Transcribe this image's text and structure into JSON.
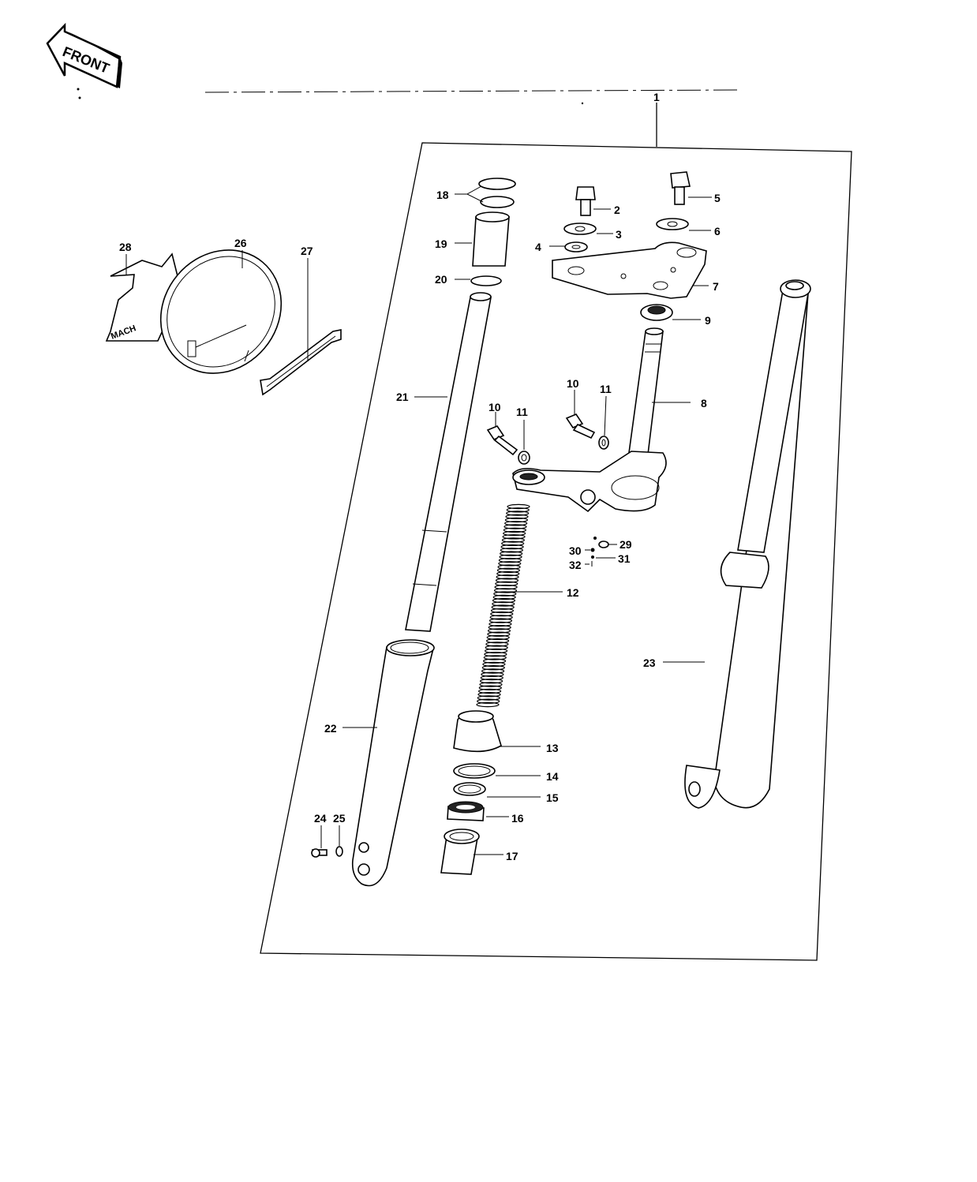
{
  "front_arrow": {
    "label": "FRONT"
  },
  "callouts": [
    {
      "id": "c1",
      "text": "1"
    },
    {
      "id": "c2",
      "text": "2"
    },
    {
      "id": "c3",
      "text": "3"
    },
    {
      "id": "c4",
      "text": "4"
    },
    {
      "id": "c5",
      "text": "5"
    },
    {
      "id": "c6",
      "text": "6"
    },
    {
      "id": "c7",
      "text": "7"
    },
    {
      "id": "c8",
      "text": "8"
    },
    {
      "id": "c9",
      "text": "9"
    },
    {
      "id": "c10a",
      "text": "10"
    },
    {
      "id": "c10b",
      "text": "10"
    },
    {
      "id": "c11a",
      "text": "11"
    },
    {
      "id": "c11b",
      "text": "11"
    },
    {
      "id": "c12",
      "text": "12"
    },
    {
      "id": "c13",
      "text": "13"
    },
    {
      "id": "c14",
      "text": "14"
    },
    {
      "id": "c15",
      "text": "15"
    },
    {
      "id": "c16",
      "text": "16"
    },
    {
      "id": "c17",
      "text": "17"
    },
    {
      "id": "c18",
      "text": "18"
    },
    {
      "id": "c19",
      "text": "19"
    },
    {
      "id": "c20",
      "text": "20"
    },
    {
      "id": "c21",
      "text": "21"
    },
    {
      "id": "c22",
      "text": "22"
    },
    {
      "id": "c23",
      "text": "23"
    },
    {
      "id": "c24",
      "text": "24"
    },
    {
      "id": "c25",
      "text": "25"
    },
    {
      "id": "c26",
      "text": "26"
    },
    {
      "id": "c27",
      "text": "27"
    },
    {
      "id": "c28",
      "text": "28"
    },
    {
      "id": "c29",
      "text": "29"
    },
    {
      "id": "c30",
      "text": "30"
    },
    {
      "id": "c31",
      "text": "31"
    },
    {
      "id": "c32",
      "text": "32"
    }
  ]
}
